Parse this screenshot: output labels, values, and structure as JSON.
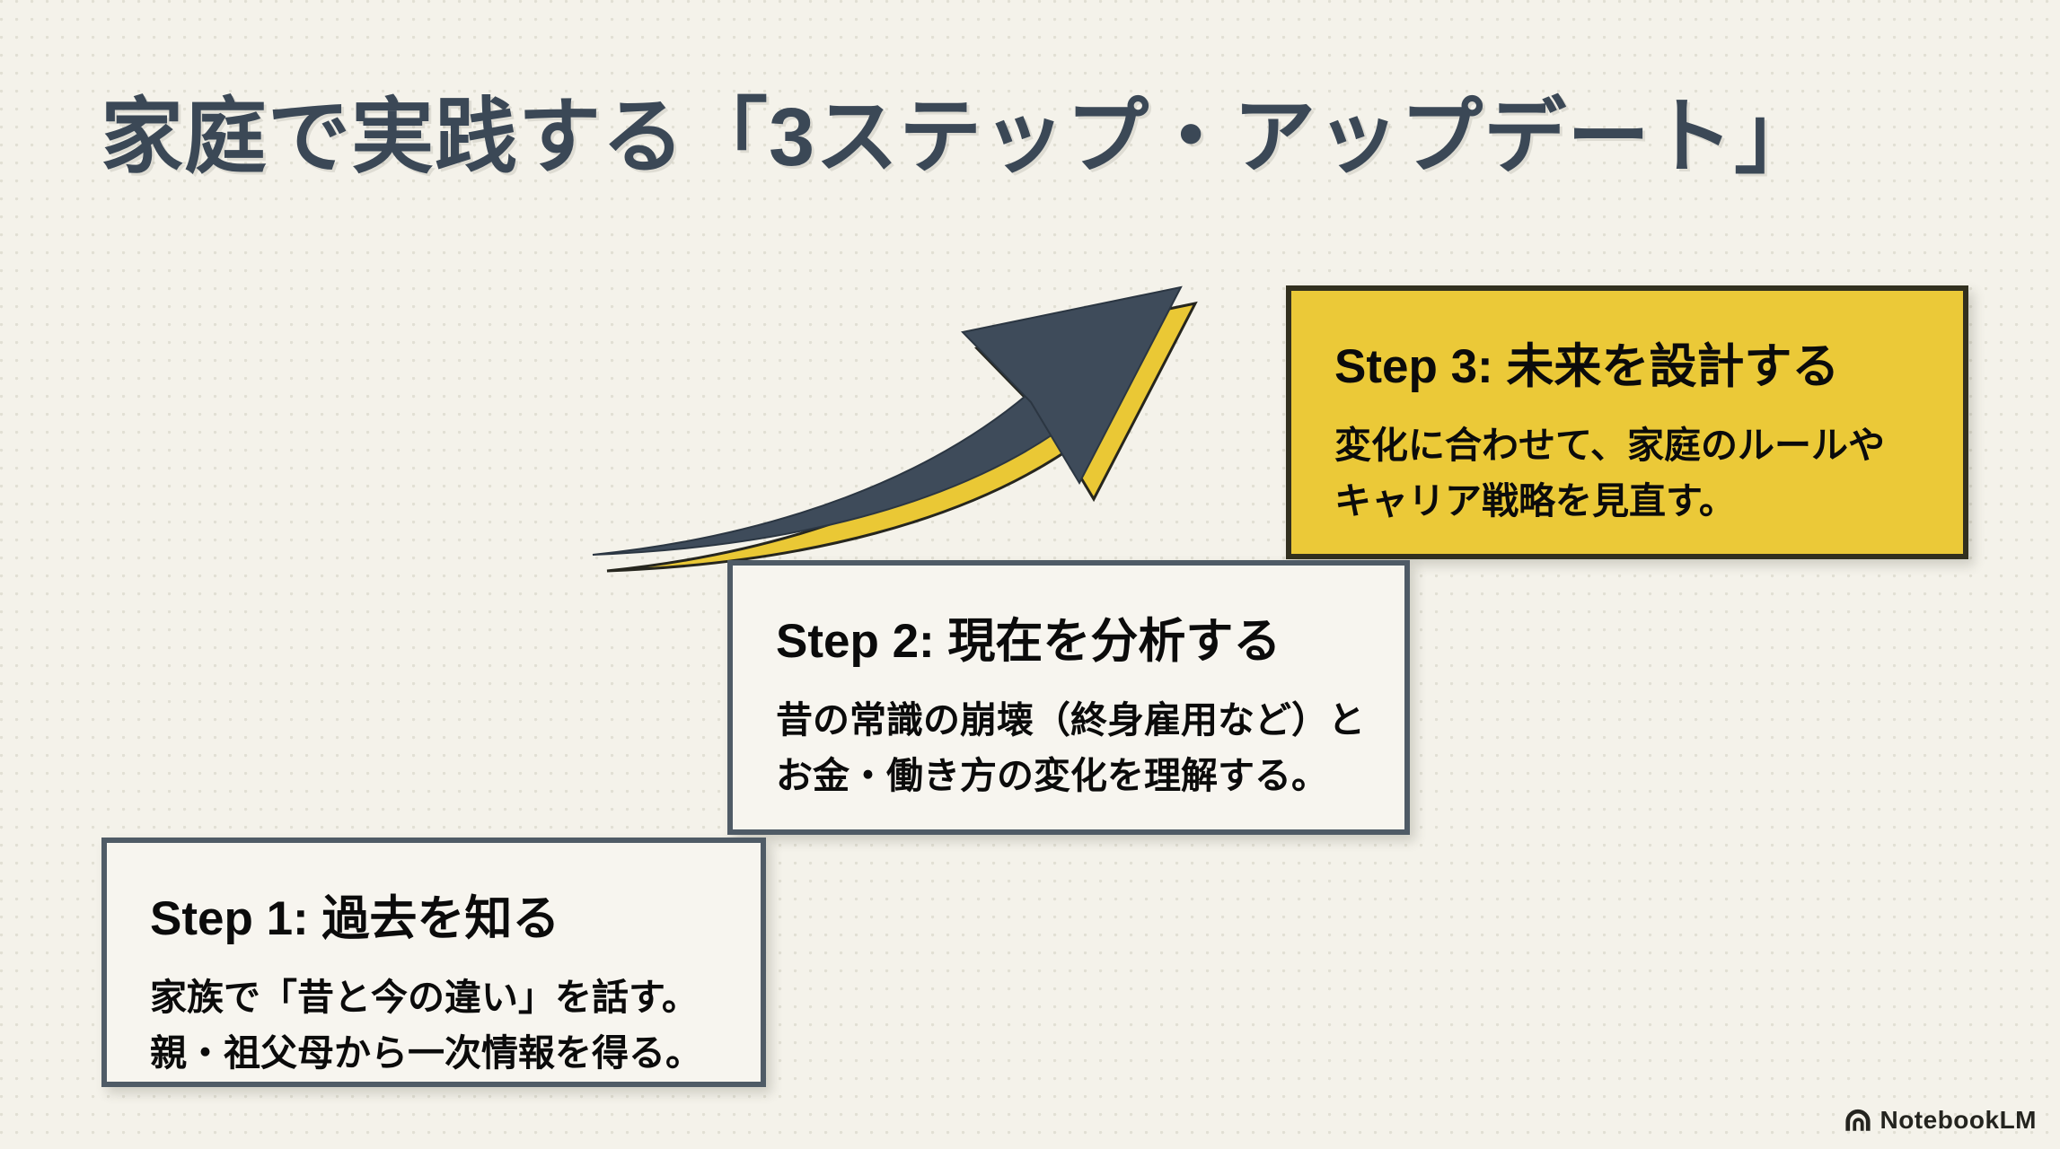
{
  "page": {
    "background_color": "#F4F2EA",
    "texture": "faint-dot-grid"
  },
  "title": {
    "text": "家庭で実践する「3ステップ・アップデート」",
    "color": "#3B4856"
  },
  "steps": [
    {
      "heading": "Step 1: 過去を知る",
      "body_lines": [
        "家族で「昔と今の違い」を話す。",
        "親・祖父母から一次情報を得る。"
      ],
      "bg": "#F7F5EF",
      "border": "#4F5B66"
    },
    {
      "heading": "Step 2: 現在を分析する",
      "body_lines": [
        "昔の常識の崩壊（終身雇用など）と",
        "お金・働き方の変化を理解する。"
      ],
      "bg": "#F7F5EF",
      "border": "#4F5B66"
    },
    {
      "heading": "Step 3: 未来を設計する",
      "body_lines": [
        "変化に合わせて、家庭のルールや",
        "キャリア戦略を見直す。"
      ],
      "bg": "#EBC938",
      "border": "#32301F"
    }
  ],
  "arrow": {
    "name": "growth-arrow",
    "primary_color": "#3E4B5A",
    "accent_color": "#EAC835",
    "outline_color": "#26261E"
  },
  "footer": {
    "brand": "NotebookLM"
  }
}
